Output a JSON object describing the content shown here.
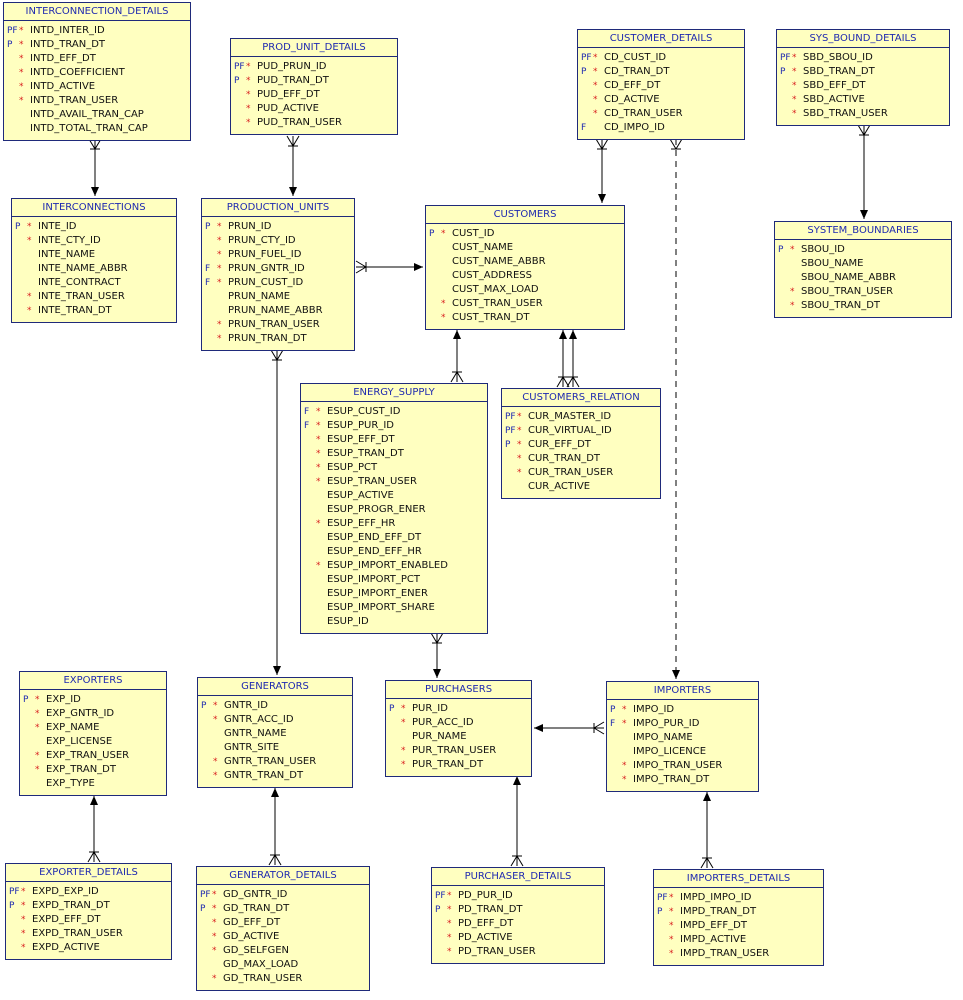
{
  "colors": {
    "background": "#ffffff",
    "entity_fill": "#ffffc0",
    "entity_border": "#1f2a7a",
    "title_text": "#1f2ab0",
    "key_text": "#1f2ab0",
    "required_marker": "#d81e1e",
    "column_text": "#111111",
    "connector": "#000000"
  },
  "entities": [
    {
      "id": "interconnection_details",
      "title": "INTERCONNECTION_DETAILS",
      "columns": [
        {
          "key": "PF",
          "req": "*",
          "name": "INTD_INTER_ID"
        },
        {
          "key": "P",
          "req": "*",
          "name": "INTD_TRAN_DT"
        },
        {
          "key": "",
          "req": "*",
          "name": "INTD_EFF_DT"
        },
        {
          "key": "",
          "req": "*",
          "name": "INTD_COEFFICIENT"
        },
        {
          "key": "",
          "req": "*",
          "name": "INTD_ACTIVE"
        },
        {
          "key": "",
          "req": "*",
          "name": "INTD_TRAN_USER"
        },
        {
          "key": "",
          "req": "",
          "name": "INTD_AVAIL_TRAN_CAP"
        },
        {
          "key": "",
          "req": "",
          "name": "INTD_TOTAL_TRAN_CAP"
        }
      ]
    },
    {
      "id": "prod_unit_details",
      "title": "PROD_UNIT_DETAILS",
      "columns": [
        {
          "key": "PF",
          "req": "*",
          "name": "PUD_PRUN_ID"
        },
        {
          "key": "P",
          "req": "*",
          "name": "PUD_TRAN_DT"
        },
        {
          "key": "",
          "req": "*",
          "name": "PUD_EFF_DT"
        },
        {
          "key": "",
          "req": "*",
          "name": "PUD_ACTIVE"
        },
        {
          "key": "",
          "req": "*",
          "name": "PUD_TRAN_USER"
        }
      ]
    },
    {
      "id": "customer_details",
      "title": "CUSTOMER_DETAILS",
      "columns": [
        {
          "key": "PF",
          "req": "*",
          "name": "CD_CUST_ID"
        },
        {
          "key": "P",
          "req": "*",
          "name": "CD_TRAN_DT"
        },
        {
          "key": "",
          "req": "*",
          "name": "CD_EFF_DT"
        },
        {
          "key": "",
          "req": "*",
          "name": "CD_ACTIVE"
        },
        {
          "key": "",
          "req": "*",
          "name": "CD_TRAN_USER"
        },
        {
          "key": "F",
          "req": "",
          "name": "CD_IMPO_ID"
        }
      ]
    },
    {
      "id": "sys_bound_details",
      "title": "SYS_BOUND_DETAILS",
      "columns": [
        {
          "key": "PF",
          "req": "*",
          "name": "SBD_SBOU_ID"
        },
        {
          "key": "P",
          "req": "*",
          "name": "SBD_TRAN_DT"
        },
        {
          "key": "",
          "req": "*",
          "name": "SBD_EFF_DT"
        },
        {
          "key": "",
          "req": "*",
          "name": "SBD_ACTIVE"
        },
        {
          "key": "",
          "req": "*",
          "name": "SBD_TRAN_USER"
        }
      ]
    },
    {
      "id": "interconnections",
      "title": "INTERCONNECTIONS",
      "columns": [
        {
          "key": "P",
          "req": "*",
          "name": "INTE_ID"
        },
        {
          "key": "",
          "req": "*",
          "name": "INTE_CTY_ID"
        },
        {
          "key": "",
          "req": "",
          "name": "INTE_NAME"
        },
        {
          "key": "",
          "req": "",
          "name": "INTE_NAME_ABBR"
        },
        {
          "key": "",
          "req": "",
          "name": "INTE_CONTRACT"
        },
        {
          "key": "",
          "req": "*",
          "name": "INTE_TRAN_USER"
        },
        {
          "key": "",
          "req": "*",
          "name": "INTE_TRAN_DT"
        }
      ]
    },
    {
      "id": "production_units",
      "title": "PRODUCTION_UNITS",
      "columns": [
        {
          "key": "P",
          "req": "*",
          "name": "PRUN_ID"
        },
        {
          "key": "",
          "req": "*",
          "name": "PRUN_CTY_ID"
        },
        {
          "key": "",
          "req": "*",
          "name": "PRUN_FUEL_ID"
        },
        {
          "key": "F",
          "req": "*",
          "name": "PRUN_GNTR_ID"
        },
        {
          "key": "F",
          "req": "*",
          "name": "PRUN_CUST_ID"
        },
        {
          "key": "",
          "req": "",
          "name": "PRUN_NAME"
        },
        {
          "key": "",
          "req": "",
          "name": "PRUN_NAME_ABBR"
        },
        {
          "key": "",
          "req": "*",
          "name": "PRUN_TRAN_USER"
        },
        {
          "key": "",
          "req": "*",
          "name": "PRUN_TRAN_DT"
        }
      ]
    },
    {
      "id": "customers",
      "title": "CUSTOMERS",
      "columns": [
        {
          "key": "P",
          "req": "*",
          "name": "CUST_ID"
        },
        {
          "key": "",
          "req": "",
          "name": "CUST_NAME"
        },
        {
          "key": "",
          "req": "",
          "name": "CUST_NAME_ABBR"
        },
        {
          "key": "",
          "req": "",
          "name": "CUST_ADDRESS"
        },
        {
          "key": "",
          "req": "",
          "name": "CUST_MAX_LOAD"
        },
        {
          "key": "",
          "req": "*",
          "name": "CUST_TRAN_USER"
        },
        {
          "key": "",
          "req": "*",
          "name": "CUST_TRAN_DT"
        }
      ]
    },
    {
      "id": "system_boundaries",
      "title": "SYSTEM_BOUNDARIES",
      "columns": [
        {
          "key": "P",
          "req": "*",
          "name": "SBOU_ID"
        },
        {
          "key": "",
          "req": "",
          "name": "SBOU_NAME"
        },
        {
          "key": "",
          "req": "",
          "name": "SBOU_NAME_ABBR"
        },
        {
          "key": "",
          "req": "*",
          "name": "SBOU_TRAN_USER"
        },
        {
          "key": "",
          "req": "*",
          "name": "SBOU_TRAN_DT"
        }
      ]
    },
    {
      "id": "energy_supply",
      "title": "ENERGY_SUPPLY",
      "columns": [
        {
          "key": "F",
          "req": "*",
          "name": "ESUP_CUST_ID"
        },
        {
          "key": "F",
          "req": "*",
          "name": "ESUP_PUR_ID"
        },
        {
          "key": "",
          "req": "*",
          "name": "ESUP_EFF_DT"
        },
        {
          "key": "",
          "req": "*",
          "name": "ESUP_TRAN_DT"
        },
        {
          "key": "",
          "req": "*",
          "name": "ESUP_PCT"
        },
        {
          "key": "",
          "req": "*",
          "name": "ESUP_TRAN_USER"
        },
        {
          "key": "",
          "req": "",
          "name": "ESUP_ACTIVE"
        },
        {
          "key": "",
          "req": "",
          "name": "ESUP_PROGR_ENER"
        },
        {
          "key": "",
          "req": "*",
          "name": "ESUP_EFF_HR"
        },
        {
          "key": "",
          "req": "",
          "name": "ESUP_END_EFF_DT"
        },
        {
          "key": "",
          "req": "",
          "name": "ESUP_END_EFF_HR"
        },
        {
          "key": "",
          "req": "*",
          "name": "ESUP_IMPORT_ENABLED"
        },
        {
          "key": "",
          "req": "",
          "name": "ESUP_IMPORT_PCT"
        },
        {
          "key": "",
          "req": "",
          "name": "ESUP_IMPORT_ENER"
        },
        {
          "key": "",
          "req": "",
          "name": "ESUP_IMPORT_SHARE"
        },
        {
          "key": "",
          "req": "",
          "name": "ESUP_ID"
        }
      ]
    },
    {
      "id": "customers_relation",
      "title": "CUSTOMERS_RELATION",
      "columns": [
        {
          "key": "PF",
          "req": "*",
          "name": "CUR_MASTER_ID"
        },
        {
          "key": "PF",
          "req": "*",
          "name": "CUR_VIRTUAL_ID"
        },
        {
          "key": "P",
          "req": "*",
          "name": "CUR_EFF_DT"
        },
        {
          "key": "",
          "req": "*",
          "name": "CUR_TRAN_DT"
        },
        {
          "key": "",
          "req": "*",
          "name": "CUR_TRAN_USER"
        },
        {
          "key": "",
          "req": "",
          "name": "CUR_ACTIVE"
        }
      ]
    },
    {
      "id": "exporters",
      "title": "EXPORTERS",
      "columns": [
        {
          "key": "P",
          "req": "*",
          "name": "EXP_ID"
        },
        {
          "key": "",
          "req": "*",
          "name": "EXP_GNTR_ID"
        },
        {
          "key": "",
          "req": "*",
          "name": "EXP_NAME"
        },
        {
          "key": "",
          "req": "",
          "name": "EXP_LICENSE"
        },
        {
          "key": "",
          "req": "*",
          "name": "EXP_TRAN_USER"
        },
        {
          "key": "",
          "req": "*",
          "name": "EXP_TRAN_DT"
        },
        {
          "key": "",
          "req": "",
          "name": "EXP_TYPE"
        }
      ]
    },
    {
      "id": "generators",
      "title": "GENERATORS",
      "columns": [
        {
          "key": "P",
          "req": "*",
          "name": "GNTR_ID"
        },
        {
          "key": "",
          "req": "*",
          "name": "GNTR_ACC_ID"
        },
        {
          "key": "",
          "req": "",
          "name": "GNTR_NAME"
        },
        {
          "key": "",
          "req": "",
          "name": "GNTR_SITE"
        },
        {
          "key": "",
          "req": "*",
          "name": "GNTR_TRAN_USER"
        },
        {
          "key": "",
          "req": "*",
          "name": "GNTR_TRAN_DT"
        }
      ]
    },
    {
      "id": "purchasers",
      "title": "PURCHASERS",
      "columns": [
        {
          "key": "P",
          "req": "*",
          "name": "PUR_ID"
        },
        {
          "key": "",
          "req": "*",
          "name": "PUR_ACC_ID"
        },
        {
          "key": "",
          "req": "",
          "name": "PUR_NAME"
        },
        {
          "key": "",
          "req": "*",
          "name": "PUR_TRAN_USER"
        },
        {
          "key": "",
          "req": "*",
          "name": "PUR_TRAN_DT"
        }
      ]
    },
    {
      "id": "importers",
      "title": "IMPORTERS",
      "columns": [
        {
          "key": "P",
          "req": "*",
          "name": "IMPO_ID"
        },
        {
          "key": "F",
          "req": "*",
          "name": "IMPO_PUR_ID"
        },
        {
          "key": "",
          "req": "",
          "name": "IMPO_NAME"
        },
        {
          "key": "",
          "req": "",
          "name": "IMPO_LICENCE"
        },
        {
          "key": "",
          "req": "*",
          "name": "IMPO_TRAN_USER"
        },
        {
          "key": "",
          "req": "*",
          "name": "IMPO_TRAN_DT"
        }
      ]
    },
    {
      "id": "exporter_details",
      "title": "EXPORTER_DETAILS",
      "columns": [
        {
          "key": "PF",
          "req": "*",
          "name": "EXPD_EXP_ID"
        },
        {
          "key": "P",
          "req": "*",
          "name": "EXPD_TRAN_DT"
        },
        {
          "key": "",
          "req": "*",
          "name": "EXPD_EFF_DT"
        },
        {
          "key": "",
          "req": "*",
          "name": "EXPD_TRAN_USER"
        },
        {
          "key": "",
          "req": "*",
          "name": "EXPD_ACTIVE"
        }
      ]
    },
    {
      "id": "generator_details",
      "title": "GENERATOR_DETAILS",
      "columns": [
        {
          "key": "PF",
          "req": "*",
          "name": "GD_GNTR_ID"
        },
        {
          "key": "P",
          "req": "*",
          "name": "GD_TRAN_DT"
        },
        {
          "key": "",
          "req": "*",
          "name": "GD_EFF_DT"
        },
        {
          "key": "",
          "req": "*",
          "name": "GD_ACTIVE"
        },
        {
          "key": "",
          "req": "*",
          "name": "GD_SELFGEN"
        },
        {
          "key": "",
          "req": "",
          "name": "GD_MAX_LOAD"
        },
        {
          "key": "",
          "req": "*",
          "name": "GD_TRAN_USER"
        }
      ]
    },
    {
      "id": "purchaser_details",
      "title": "PURCHASER_DETAILS",
      "columns": [
        {
          "key": "PF",
          "req": "*",
          "name": "PD_PUR_ID"
        },
        {
          "key": "P",
          "req": "*",
          "name": "PD_TRAN_DT"
        },
        {
          "key": "",
          "req": "*",
          "name": "PD_EFF_DT"
        },
        {
          "key": "",
          "req": "*",
          "name": "PD_ACTIVE"
        },
        {
          "key": "",
          "req": "*",
          "name": "PD_TRAN_USER"
        }
      ]
    },
    {
      "id": "importers_details",
      "title": "IMPORTERS_DETAILS",
      "columns": [
        {
          "key": "PF",
          "req": "*",
          "name": "IMPD_IMPO_ID"
        },
        {
          "key": "P",
          "req": "*",
          "name": "IMPD_TRAN_DT"
        },
        {
          "key": "",
          "req": "*",
          "name": "IMPD_EFF_DT"
        },
        {
          "key": "",
          "req": "*",
          "name": "IMPD_ACTIVE"
        },
        {
          "key": "",
          "req": "*",
          "name": "IMPD_TRAN_USER"
        }
      ]
    }
  ],
  "relationships": [
    {
      "from": "interconnection_details",
      "to": "interconnections",
      "style": "solid"
    },
    {
      "from": "prod_unit_details",
      "to": "production_units",
      "style": "solid"
    },
    {
      "from": "customer_details",
      "to": "customers",
      "style": "solid"
    },
    {
      "from": "customer_details",
      "to": "importers",
      "style": "dashed"
    },
    {
      "from": "sys_bound_details",
      "to": "system_boundaries",
      "style": "solid"
    },
    {
      "from": "production_units",
      "to": "customers",
      "style": "solid"
    },
    {
      "from": "production_units",
      "to": "generators",
      "style": "solid"
    },
    {
      "from": "energy_supply",
      "to": "customers",
      "style": "solid"
    },
    {
      "from": "energy_supply",
      "to": "purchasers",
      "style": "solid"
    },
    {
      "from": "customers_relation",
      "to": "customers",
      "style": "solid"
    },
    {
      "from": "customers_relation",
      "to": "customers",
      "style": "solid"
    },
    {
      "from": "importers",
      "to": "purchasers",
      "style": "solid"
    },
    {
      "from": "exporter_details",
      "to": "exporters",
      "style": "solid"
    },
    {
      "from": "generator_details",
      "to": "generators",
      "style": "solid"
    },
    {
      "from": "purchaser_details",
      "to": "purchasers",
      "style": "solid"
    },
    {
      "from": "importers_details",
      "to": "importers",
      "style": "solid"
    }
  ]
}
